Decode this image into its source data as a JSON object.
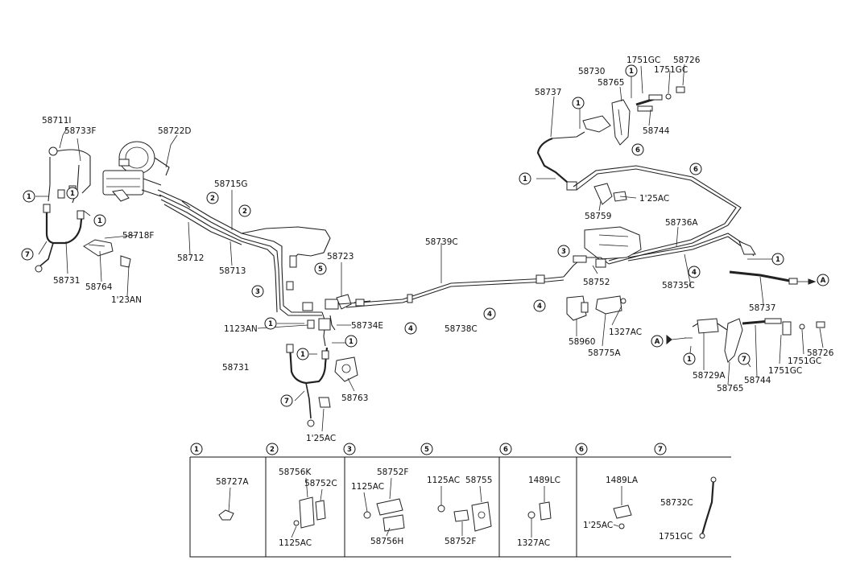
{
  "main_labels": {
    "p58711": "58711I",
    "p58733F": "58733F",
    "p58722D": "58722D",
    "p58715G": "58715G",
    "p58718F": "58718F",
    "p58712": "58712",
    "p58713": "58713",
    "p58731_left": "58731",
    "p58764": "58764",
    "p1123AN_left": "1'23AN",
    "p58723": "58723",
    "p58739C": "58739C",
    "p1123AN_mid": "1123AN",
    "p58734E": "58734E",
    "p58738C": "58738C",
    "p58731_mid": "58731",
    "p58763": "58763",
    "p1125AC_bottom": "1'25AC",
    "p58737_top": "58737",
    "p58730": "58730",
    "p1751GC_a": "1751GC",
    "p58726_top": "58726",
    "p1751GC_b": "1751GC",
    "p58765_top": "58765",
    "p58744_top": "58744",
    "p1125AC_right": "1'25AC",
    "p58759": "58759",
    "p58736A": "58736A",
    "p58752": "58752",
    "p58735C": "58735C",
    "p58737_right": "58737",
    "p58960": "58960",
    "p58775A": "58775A",
    "p1327AC": "1327AC",
    "p58729A": "58729A",
    "p58765_bot": "58765",
    "p58744_bot": "58744",
    "p1751GC_c": "1751GC",
    "p1751GC_d": "1751GC",
    "p58726_bot": "58726"
  },
  "connector_letters": {
    "a1": "A",
    "a2": "A"
  },
  "callouts": [
    "1",
    "2",
    "3",
    "4",
    "5",
    "6",
    "7"
  ],
  "inset": {
    "headers": [
      "1",
      "2",
      "3",
      "5",
      "6",
      "6",
      "7"
    ],
    "sec1": {
      "label": "58727A"
    },
    "sec2": {
      "l1": "58756K",
      "l2": "58752C",
      "l3": "1125AC"
    },
    "sec3": {
      "l1": "58752F",
      "l2": "1125AC",
      "l3": "58756H"
    },
    "sec5": {
      "l1": "1125AC",
      "l2": "58755",
      "l3": "58752F"
    },
    "sec6a": {
      "l1": "1489LC",
      "l2": "1327AC"
    },
    "sec6b": {
      "l1": "1489LA",
      "l2": "1'25AC"
    },
    "sec7": {
      "l1": "58732C",
      "l2": "1751GC"
    }
  },
  "colors": {
    "line": "#222222",
    "background": "#ffffff"
  }
}
